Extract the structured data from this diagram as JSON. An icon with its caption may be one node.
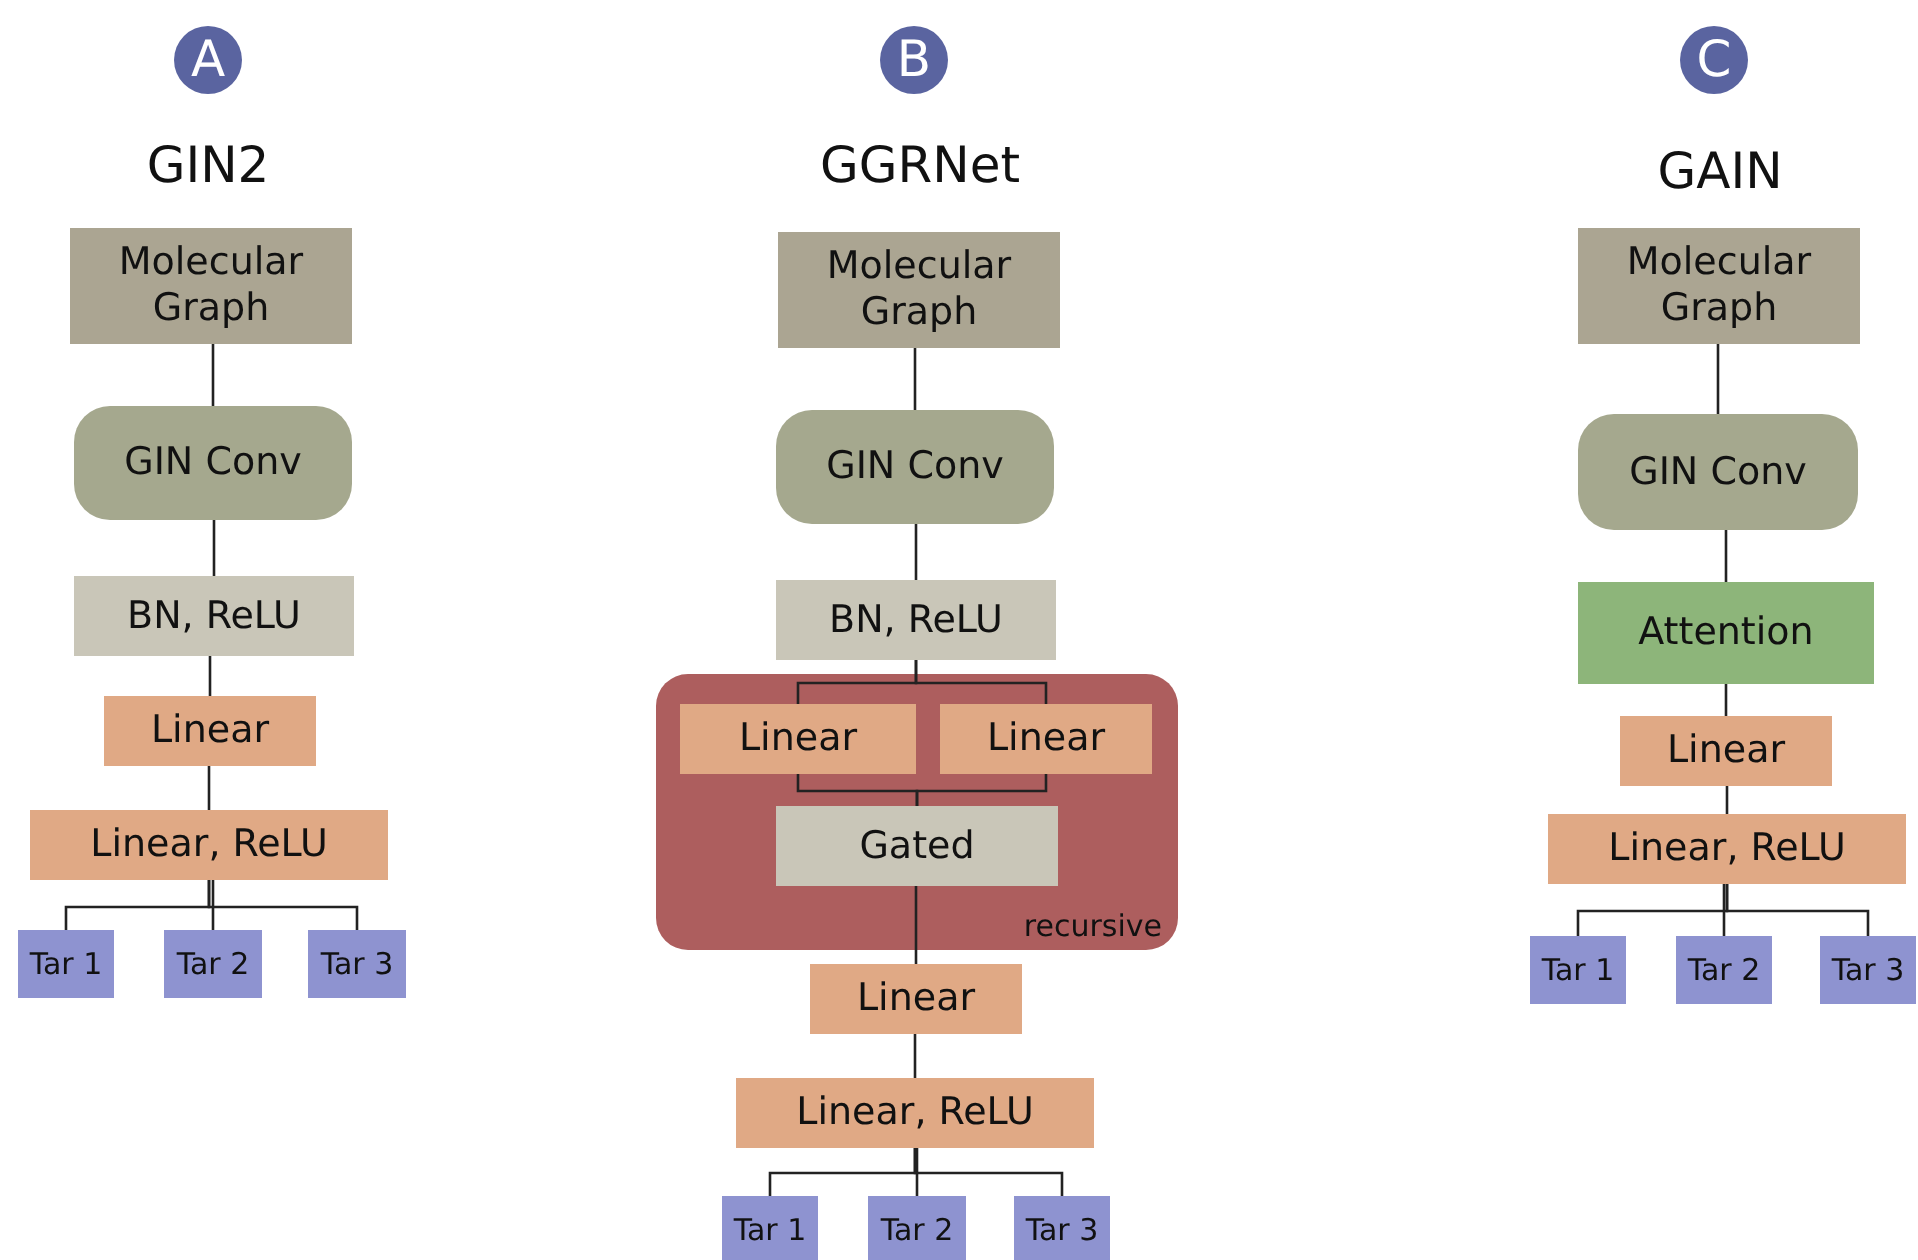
{
  "diagram": {
    "nodes": [
      {
        "text": [
          "A"
        ]
      },
      {
        "text": [
          "Molecular Graph"
        ]
      },
      {
        "text": [
          "GIN Conv"
        ]
      },
      {
        "text": [
          "BN, ReLU"
        ]
      },
      {
        "text": [
          "Linear"
        ]
      },
      {
        "text": [
          "Linear, ReLU"
        ]
      },
      {
        "text": [
          "Tar 1"
        ]
      },
      {
        "text": [
          "Tar 2"
        ]
      },
      {
        "text": [
          "Tar 3"
        ]
      },
      {
        "text": [
          "B"
        ]
      },
      {
        "text": [
          "Molecular Graph"
        ]
      },
      {
        "text": [
          "GIN Conv"
        ]
      },
      {
        "text": [
          "BN, ReLU"
        ]
      },
      {
        "text": [
          "recursive"
        ]
      },
      {
        "text": [
          "Linear"
        ],
        "in": 13
      },
      {
        "text": [
          "Linear"
        ],
        "in": 13
      },
      {
        "text": [
          "Gated"
        ],
        "in": 13
      },
      {
        "text": [
          "Linear"
        ]
      },
      {
        "text": [
          "Linear, ReLU"
        ]
      },
      {
        "text": [
          "Tar 1"
        ]
      },
      {
        "text": [
          "Tar 2"
        ]
      },
      {
        "text": [
          "Tar 3"
        ]
      },
      {
        "text": [
          "C"
        ]
      },
      {
        "text": [
          "Molecular Graph"
        ]
      },
      {
        "text": [
          "GIN Conv"
        ]
      },
      {
        "text": [
          "Attention"
        ]
      },
      {
        "text": [
          "Linear"
        ]
      },
      {
        "text": [
          "Linear, ReLU"
        ]
      },
      {
        "text": [
          "Tar 1"
        ]
      },
      {
        "text": [
          "Tar 2"
        ]
      },
      {
        "text": [
          "Tar 3"
        ]
      }
    ],
    "edges": [
      {
        "from": 1,
        "to": 2,
        "arrow": "none"
      },
      {
        "from": 2,
        "to": 3,
        "arrow": "none"
      },
      {
        "from": 3,
        "to": 4,
        "arrow": "none"
      },
      {
        "from": 4,
        "to": 5,
        "arrow": "none"
      },
      {
        "from": 5,
        "to": 6,
        "arrow": "none"
      },
      {
        "from": 5,
        "to": 7,
        "arrow": "none"
      },
      {
        "from": 5,
        "to": 8,
        "arrow": "none"
      },
      {
        "from": 10,
        "to": 11,
        "arrow": "none"
      },
      {
        "from": 11,
        "to": 12,
        "arrow": "none"
      },
      {
        "from": 12,
        "to": 14,
        "arrow": "none"
      },
      {
        "from": 12,
        "to": 15,
        "arrow": "none"
      },
      {
        "from": 14,
        "to": 16,
        "arrow": "none"
      },
      {
        "from": 15,
        "to": 16,
        "arrow": "none"
      },
      {
        "from": 16,
        "to": 17,
        "arrow": "none"
      },
      {
        "from": 17,
        "to": 18,
        "arrow": "none"
      },
      {
        "from": 18,
        "to": 19,
        "arrow": "none"
      },
      {
        "from": 18,
        "to": 20,
        "arrow": "none"
      },
      {
        "from": 18,
        "to": 21,
        "arrow": "none"
      },
      {
        "from": 23,
        "to": 24,
        "arrow": "none"
      },
      {
        "from": 24,
        "to": 25,
        "arrow": "none"
      },
      {
        "from": 25,
        "to": 26,
        "arrow": "none"
      },
      {
        "from": 26,
        "to": 27,
        "arrow": "none"
      },
      {
        "from": 27,
        "to": 28,
        "arrow": "none"
      },
      {
        "from": 27,
        "to": 29,
        "arrow": "none"
      },
      {
        "from": 27,
        "to": 30,
        "arrow": "none"
      }
    ],
    "labels": [
      "GIN2",
      "GGRNet",
      "GAIN"
    ]
  }
}
